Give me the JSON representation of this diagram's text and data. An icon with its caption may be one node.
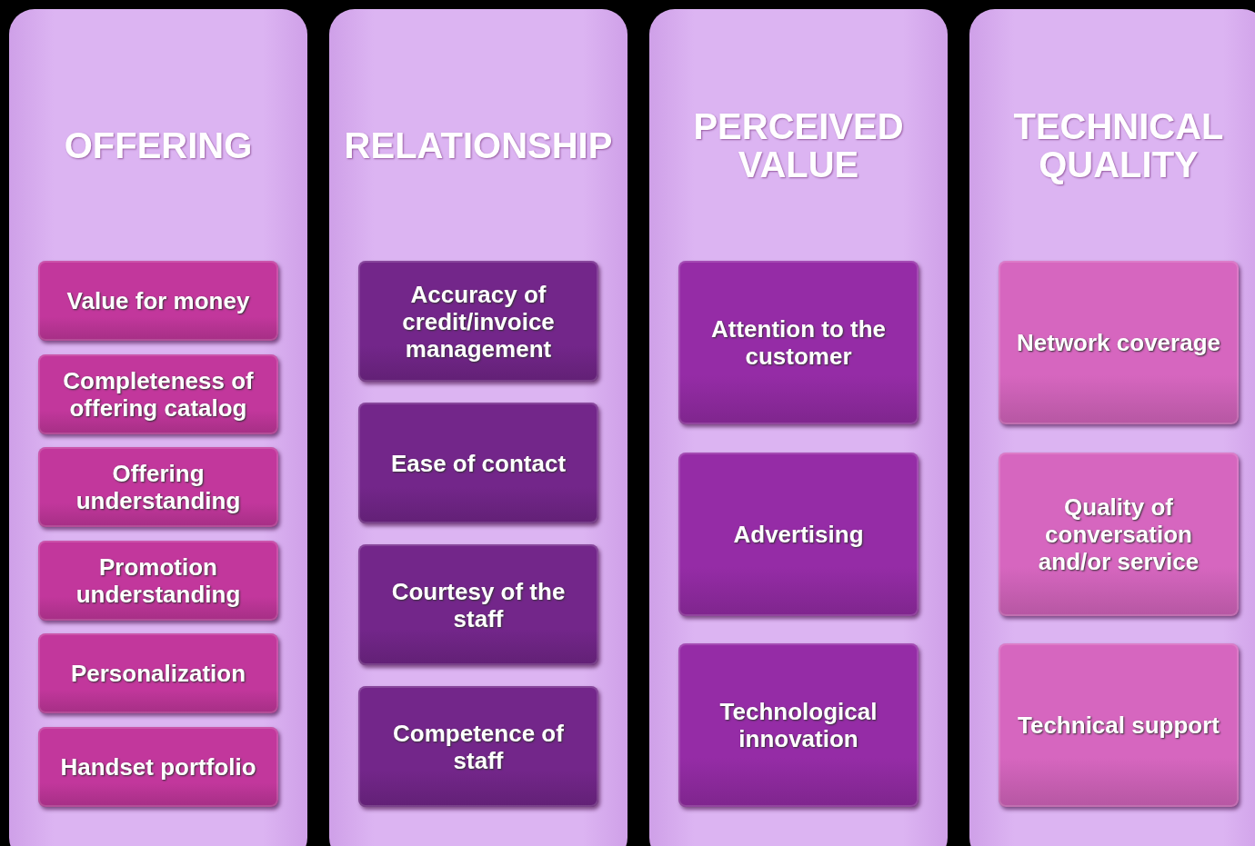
{
  "diagram": {
    "nodes": [
      {
        "text": [
          "OFFERING"
        ]
      },
      {
        "text": [
          "Value for money"
        ],
        "in": 0
      },
      {
        "text": [
          "Completeness of offering catalog"
        ],
        "in": 0
      },
      {
        "text": [
          "Offering understanding"
        ],
        "in": 0
      },
      {
        "text": [
          "Promotion understanding"
        ],
        "in": 0
      },
      {
        "text": [
          "Personalization"
        ],
        "in": 0
      },
      {
        "text": [
          "Handset portfolio"
        ],
        "in": 0
      },
      {
        "text": [
          "RELATIONSHIP"
        ]
      },
      {
        "text": [
          "Accuracy of credit/invoice management"
        ],
        "in": 7
      },
      {
        "text": [
          "Ease of contact"
        ],
        "in": 7
      },
      {
        "text": [
          "Courtesy of the staff"
        ],
        "in": 7
      },
      {
        "text": [
          "Competence of staff"
        ],
        "in": 7
      },
      {
        "text": [
          "PERCEIVED VALUE"
        ]
      },
      {
        "text": [
          "Attention to the customer"
        ],
        "in": 12
      },
      {
        "text": [
          "Advertising"
        ],
        "in": 12
      },
      {
        "text": [
          "Technological innovation"
        ],
        "in": 12
      },
      {
        "text": [
          "TECHNICAL QUALITY"
        ]
      },
      {
        "text": [
          "Network coverage"
        ],
        "in": 16
      },
      {
        "text": [
          "Quality of conversation and/or service"
        ],
        "in": 16
      },
      {
        "text": [
          "Technical support"
        ],
        "in": 16
      }
    ]
  }
}
